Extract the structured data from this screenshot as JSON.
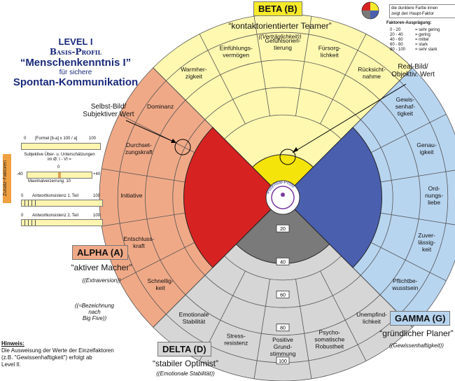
{
  "title": {
    "level": "LEVEL I",
    "basis": "Basis-Profil",
    "main": "“Menschenkenntnis I”",
    "for": "für sichere",
    "sub": "Spontan-Kommunikation"
  },
  "factors": {
    "beta": {
      "label": "BETA (B)",
      "desc": "“kontaktorientierter Teamer”",
      "sub": "((Verträglichkeit))",
      "color": "#fff8b0",
      "dark": "#f5e40a"
    },
    "alpha": {
      "label": "ALPHA (A)",
      "desc": "“aktiver Macher”",
      "sub": "((Extraversion))",
      "color": "#f0a987",
      "dark": "#d72222"
    },
    "gamma": {
      "label": "GAMMA (G)",
      "desc": "“gründlicher Planer”",
      "sub": "((Gewissenhaftigkeit))",
      "color": "#b8d5f0",
      "dark": "#4a5fae"
    },
    "delta": {
      "label": "DELTA (D)",
      "desc": "“stabiler Optimist”",
      "sub": "((Emotionale Stabilität))",
      "color": "#d6d6d6",
      "dark": "#7a7a7a"
    }
  },
  "sectors": {
    "beta": [
      "Warmher-\nzigkeit",
      "Einfühlungs-\nvermögen",
      "Gefühlsorien-\ntierung",
      "Fürsorg-\nlichkeit",
      "Rücksicht-\nnahme"
    ],
    "alpha": [
      "Schnellig-\nkeit",
      "Entschluss-\nkraft",
      "Initiative",
      "Durchset-\nzungskraft",
      "Dominanz"
    ],
    "gamma": [
      "Gewis-\nsenhaf-\ntigkeit",
      "Genau-\nigkeit",
      "Ord-\nnungs-\nliebe",
      "Zuver-\nlässig-\nkeit",
      "Pflichtbe-\nwusstsein"
    ],
    "delta": [
      "Unempfind-\nlichkeit",
      "Psycho-\nsomatische\nRobustheit",
      "Positive\nGrund-\nstimmung",
      "Stress-\nresistenz",
      "Emotionale\nStabilität"
    ]
  },
  "scale_marks": [
    "20",
    "40",
    "60",
    "80",
    "100"
  ],
  "scale_values": {
    "alpha": 60,
    "beta": 26,
    "gamma": 60,
    "delta": 40
  },
  "hub_text": "Potential-Profil",
  "annotations": {
    "self": "Selbst-Bild/\nSubjektiver Wert",
    "real": "Real-Bild/\nObjektiv. Wert",
    "bezeichnung": "((≈Bezeichnung\nnach\nBig Five))"
  },
  "legend": {
    "note": "die dunklere Farbe innen\nzeigt  den  Haupt-Faktor",
    "heading": "Faktoren-Ausprägung:",
    "rows": [
      {
        "range": "0  -  20",
        "label": "= sehr gering"
      },
      {
        "range": "20  -  40",
        "label": "= gering"
      },
      {
        "range": "40  -  60",
        "label": "= mittel"
      },
      {
        "range": "60  -  80",
        "label": "= stark"
      },
      {
        "range": "80 - 100",
        "label": "= sehr stark"
      }
    ]
  },
  "left_panel": {
    "formula_left": "0",
    "formula": "[Formel [b-a] x 100 / a]",
    "formula_right": "100",
    "subjective": "Subjektive Über- u. Unterschätzungen\nim Ø: I - VI =",
    "dev_zero": "0",
    "dev_min": "-40",
    "dev_max": "+40",
    "max_verz": "Maximalverzerrung: 10",
    "zusatz": "Zusatz-Faktoren",
    "k1_left": "0",
    "k1": "Antwortkonsistenz 1. Teil",
    "k1_right": "100",
    "k2_left": "0",
    "k2": "Antwortkonsistenz 2. Teil",
    "k2_right": "100"
  },
  "hinweis": {
    "title": "Hinweis:",
    "text": "Die Ausweisung  der  Werte der Einzelfaktoren\n(z.B. \"Gewissenhaftigkeit\") erfolgt ab\nLevel II."
  }
}
